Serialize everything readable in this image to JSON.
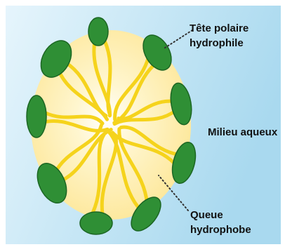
{
  "labels": {
    "head": [
      "Tête polaire",
      "hydrophile"
    ],
    "medium": "Milieu aqueux",
    "tail": [
      "Queue",
      "hydrophobe"
    ]
  },
  "colors": {
    "background_light": "#e6f5fc",
    "background_deep": "#a9d9ef",
    "core_center": "#ffffff",
    "core_edge": "#fde89c",
    "tail": "#f5d31c",
    "head_fill": "#2f8f35",
    "head_edge": "#1c6623",
    "leader": "#333333"
  }
}
